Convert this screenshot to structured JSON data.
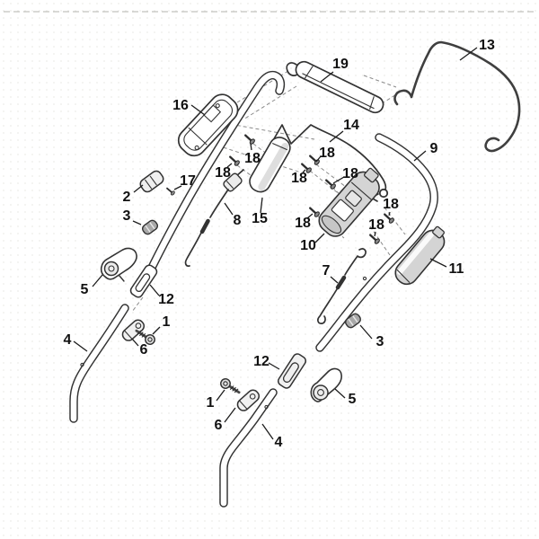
{
  "page": {
    "background_color": "#ffffff",
    "line_color": "#333333",
    "part_fill_light": "#ffffff",
    "part_fill_gray": "#d4d4d4",
    "label_color": "#111111",
    "dash_color": "#8a8a8a"
  },
  "callouts": [
    {
      "label": "16"
    },
    {
      "label": "19"
    },
    {
      "label": "13"
    },
    {
      "label": "14"
    },
    {
      "label": "9"
    },
    {
      "label": "18"
    },
    {
      "label": "18"
    },
    {
      "label": "18"
    },
    {
      "label": "18"
    },
    {
      "label": "18"
    },
    {
      "label": "18"
    },
    {
      "label": "18"
    },
    {
      "label": "18"
    },
    {
      "label": "2"
    },
    {
      "label": "17"
    },
    {
      "label": "3"
    },
    {
      "label": "15"
    },
    {
      "label": "8"
    },
    {
      "label": "10"
    },
    {
      "label": "11"
    },
    {
      "label": "7"
    },
    {
      "label": "3"
    },
    {
      "label": "5"
    },
    {
      "label": "12"
    },
    {
      "label": "1"
    },
    {
      "label": "6"
    },
    {
      "label": "4"
    },
    {
      "label": "12"
    },
    {
      "label": "1"
    },
    {
      "label": "6"
    },
    {
      "label": "5"
    },
    {
      "label": "4"
    }
  ]
}
